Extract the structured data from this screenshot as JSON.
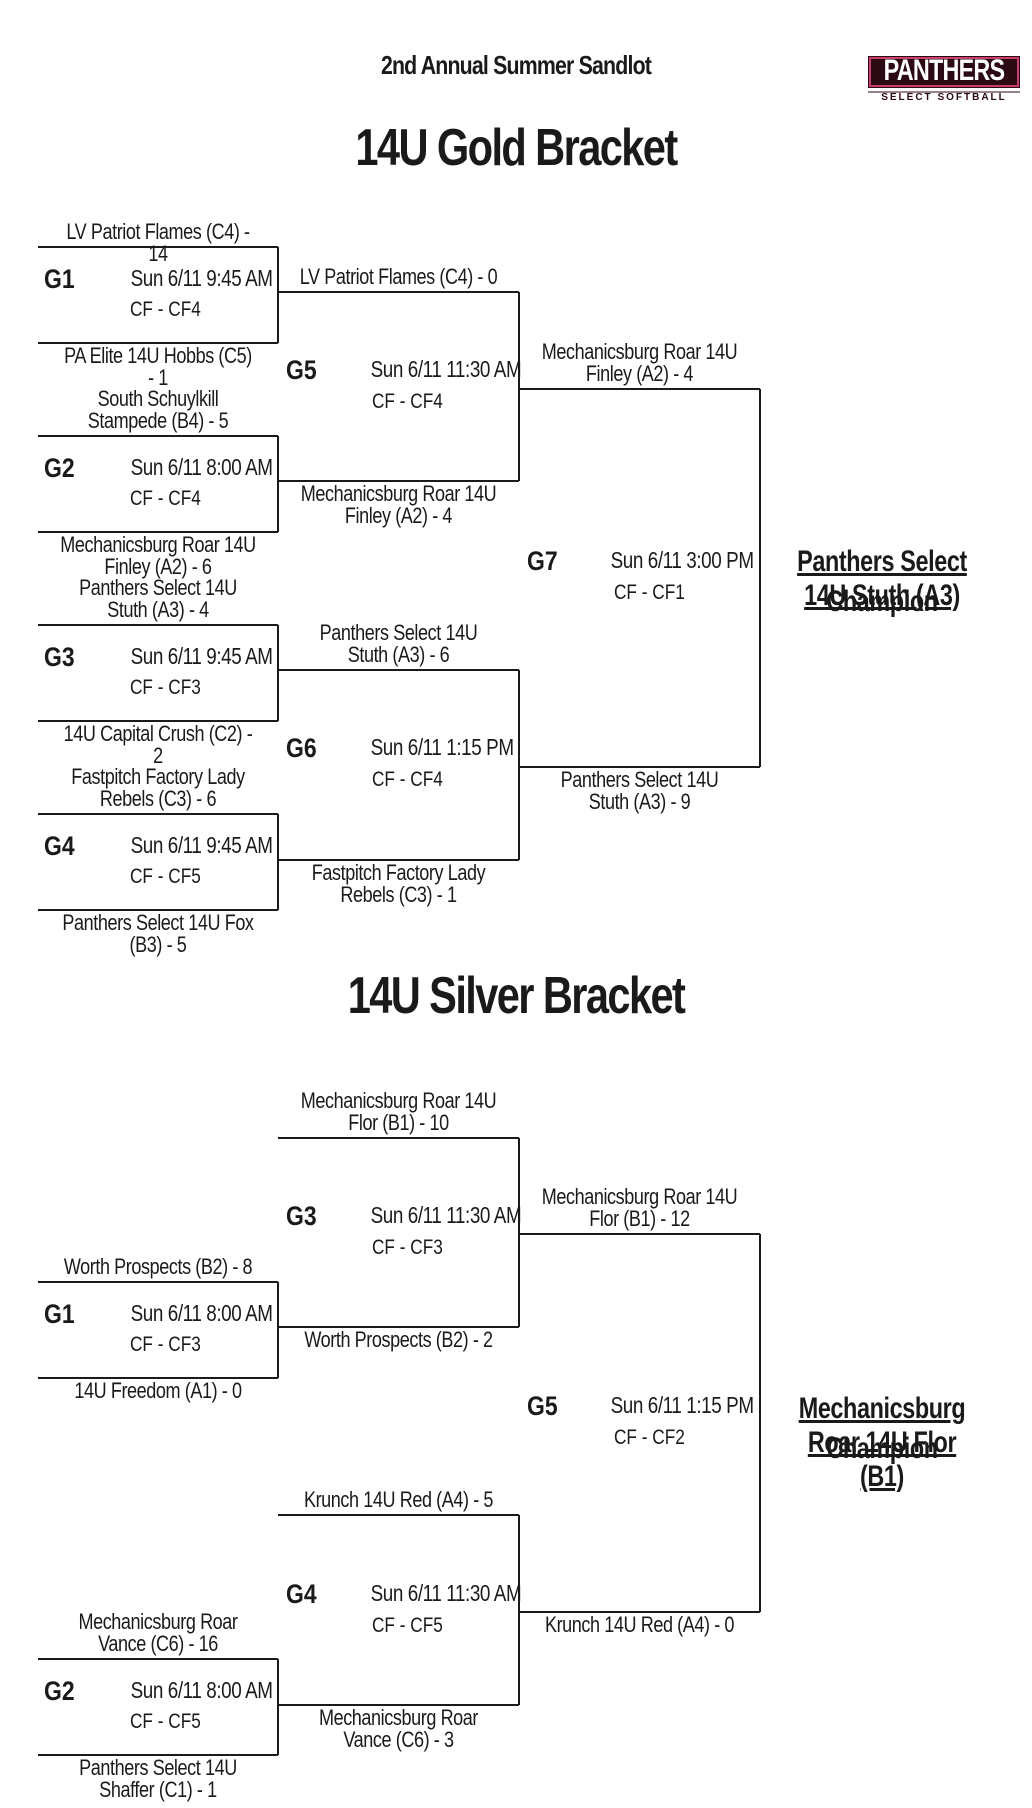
{
  "event_title": "2nd Annual Summer Sandlot",
  "logo": {
    "name": "PANTHERS",
    "tagline": "SELECT SOFTBALL",
    "icon": "panther-logo"
  },
  "gold": {
    "title": "14U Gold Bracket",
    "round1": [
      {
        "game": "G1",
        "time": "Sun 6/11 9:45 AM",
        "field": "CF - CF4",
        "top": "LV Patriot Flames (C4) - 14",
        "bottom": "PA Elite 14U Hobbs (C5) - 1"
      },
      {
        "game": "G2",
        "time": "Sun 6/11 8:00 AM",
        "field": "CF - CF4",
        "top": "South Schuylkill Stampede (B4) - 5",
        "bottom": "Mechanicsburg Roar 14U Finley (A2) - 6"
      },
      {
        "game": "G3",
        "time": "Sun 6/11 9:45 AM",
        "field": "CF - CF3",
        "top": "Panthers Select 14U Stuth (A3) - 4",
        "bottom": "14U Capital Crush (C2) - 2"
      },
      {
        "game": "G4",
        "time": "Sun 6/11 9:45 AM",
        "field": "CF - CF5",
        "top": "Fastpitch Factory Lady Rebels (C3) - 6",
        "bottom": "Panthers Select 14U Fox (B3) - 5"
      }
    ],
    "round2": [
      {
        "game": "G5",
        "time": "Sun 6/11 11:30 AM",
        "field": "CF - CF4",
        "top": "LV Patriot Flames (C4) - 0",
        "bottom": "Mechanicsburg Roar 14U Finley (A2) - 4"
      },
      {
        "game": "G6",
        "time": "Sun 6/11 1:15 PM",
        "field": "CF - CF4",
        "top": "Panthers Select 14U Stuth (A3) - 6",
        "bottom": "Fastpitch Factory Lady Rebels (C3) - 1"
      }
    ],
    "final": {
      "game": "G7",
      "time": "Sun 6/11 3:00 PM",
      "field": "CF - CF1",
      "top": "Mechanicsburg Roar 14U Finley (A2) - 4",
      "bottom": "Panthers Select 14U Stuth (A3) - 9"
    },
    "champion": {
      "name": "Panthers Select 14U Stuth (A3)",
      "label": "Champion"
    }
  },
  "silver": {
    "title": "14U Silver Bracket",
    "round1": [
      {
        "game": "G1",
        "time": "Sun 6/11 8:00 AM",
        "field": "CF - CF3",
        "top": "Worth Prospects (B2) - 8",
        "bottom": "14U Freedom (A1) - 0"
      },
      {
        "game": "G2",
        "time": "Sun 6/11 8:00 AM",
        "field": "CF - CF5",
        "top": "Mechanicsburg Roar Vance (C6) - 16",
        "bottom": "Panthers Select 14U Shaffer (C1) - 1"
      }
    ],
    "round2": [
      {
        "game": "G3",
        "time": "Sun 6/11 11:30 AM",
        "field": "CF - CF3",
        "top": "Mechanicsburg Roar 14U Flor (B1) - 10",
        "bottom": "Worth Prospects (B2) - 2"
      },
      {
        "game": "G4",
        "time": "Sun 6/11 11:30 AM",
        "field": "CF - CF5",
        "top": "Krunch 14U Red (A4) - 5",
        "bottom": "Mechanicsburg Roar Vance (C6) - 3"
      }
    ],
    "final": {
      "game": "G5",
      "time": "Sun 6/11 1:15 PM",
      "field": "CF - CF2",
      "top": "Mechanicsburg Roar 14U Flor (B1) - 12",
      "bottom": "Krunch 14U Red (A4) - 0"
    },
    "champion": {
      "name": "Mechanicsburg Roar 14U Flor (B1)",
      "label": "Champion"
    }
  }
}
